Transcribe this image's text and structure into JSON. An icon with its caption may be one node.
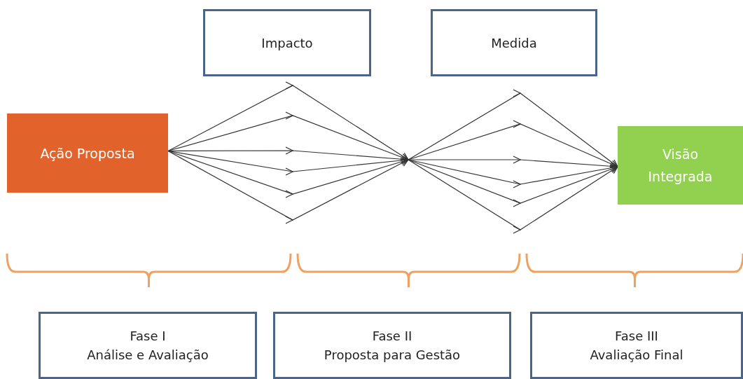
{
  "diagram": {
    "nodes": [
      {
        "text": [
          "Impacto"
        ]
      },
      {
        "text": [
          "Medida"
        ]
      },
      {
        "text": [
          "Ação Proposta"
        ]
      },
      {
        "text": [
          "Visão Integrada"
        ]
      },
      {
        "text": [
          "Fase I",
          "Análise e Avaliação"
        ]
      },
      {
        "text": [
          "Fase II",
          "Proposta para Gestão"
        ]
      },
      {
        "text": [
          "Fase III",
          "Avaliação Final"
        ]
      }
    ],
    "edges": [
      {
        "from": 2,
        "to": null,
        "arrow": "to"
      },
      {
        "from": 2,
        "to": null,
        "arrow": "to"
      },
      {
        "from": 2,
        "to": null,
        "arrow": "to"
      },
      {
        "from": 2,
        "to": null,
        "arrow": "to"
      },
      {
        "from": 2,
        "to": null,
        "arrow": "to"
      },
      {
        "from": 2,
        "to": null,
        "arrow": "to"
      },
      {
        "from": null,
        "to": 3,
        "arrow": "to"
      },
      {
        "from": null,
        "to": 3,
        "arrow": "to"
      },
      {
        "from": null,
        "to": 3,
        "arrow": "to"
      },
      {
        "from": null,
        "to": 3,
        "arrow": "to"
      },
      {
        "from": null,
        "to": 3,
        "arrow": "to"
      },
      {
        "from": null,
        "to": 3,
        "arrow": "to"
      }
    ]
  }
}
